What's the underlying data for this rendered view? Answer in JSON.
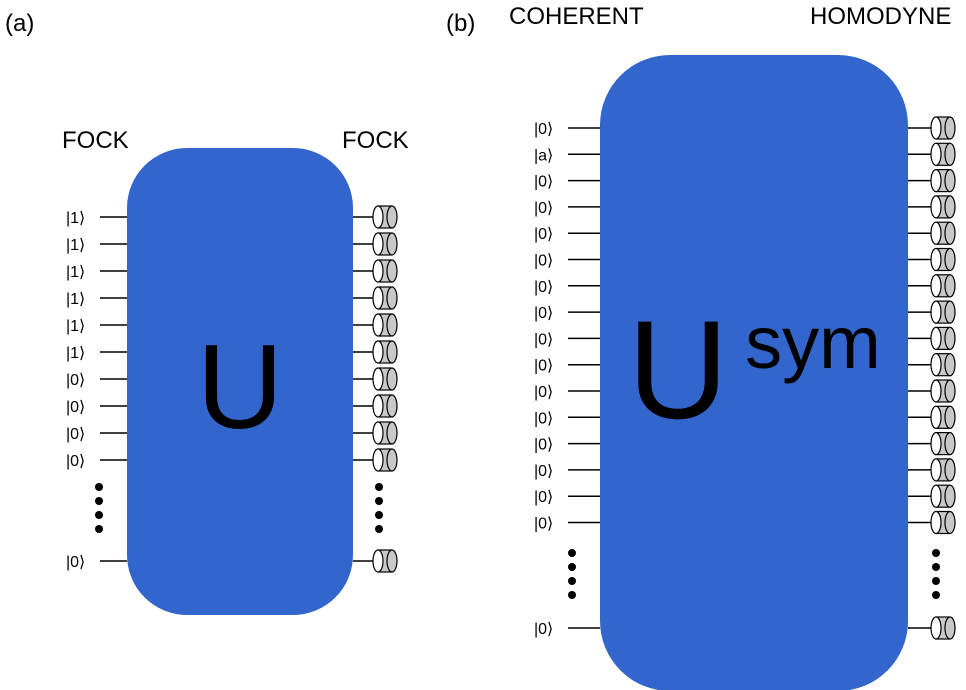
{
  "panel_a": {
    "label": "(a)",
    "input_title": "FOCK",
    "output_title": "FOCK",
    "unitary_label": "U",
    "inputs": [
      "|1⟩",
      "|1⟩",
      "|1⟩",
      "|1⟩",
      "|1⟩",
      "|1⟩",
      "|0⟩",
      "|0⟩",
      "|0⟩",
      "|0⟩"
    ],
    "last_input": "|0⟩",
    "box_color": "#3366cc"
  },
  "panel_b": {
    "label": "(b)",
    "input_title": "COHERENT",
    "output_title": "HOMODYNE",
    "unitary_label": "U",
    "unitary_superscript": "sym",
    "inputs": [
      "|0⟩",
      "|a⟩",
      "|0⟩",
      "|0⟩",
      "|0⟩",
      "|0⟩",
      "|0⟩",
      "|0⟩",
      "|0⟩",
      "|0⟩",
      "|0⟩",
      "|0⟩",
      "|0⟩",
      "|0⟩",
      "|0⟩",
      "|0⟩"
    ],
    "last_input": "|0⟩",
    "box_color": "#3366cc"
  },
  "detector_color": "#c8c8c8"
}
